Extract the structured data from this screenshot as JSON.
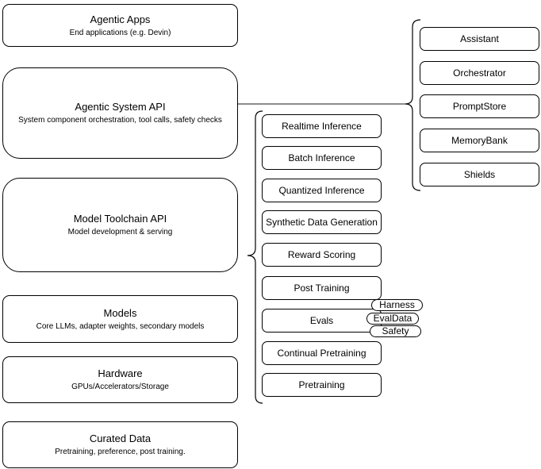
{
  "diagram": {
    "left_stack": [
      {
        "title": "Agentic Apps",
        "subtitle": "End applications (e.g. Devin)"
      },
      {
        "title": "Agentic System API",
        "subtitle": "System component orchestration, tool calls, safety checks"
      },
      {
        "title": "Model Toolchain API",
        "subtitle": "Model development & serving"
      },
      {
        "title": "Models",
        "subtitle": "Core LLMs, adapter weights, secondary models"
      },
      {
        "title": "Hardware",
        "subtitle": "GPUs/Accelerators/Storage"
      },
      {
        "title": "Curated Data",
        "subtitle": "Pretraining, preference, post training."
      }
    ],
    "toolchain_nodes": [
      "Realtime Inference",
      "Batch Inference",
      "Quantized Inference",
      "Synthetic Data Generation",
      "Reward Scoring",
      "Post Training",
      "Evals",
      "Continual Pretraining",
      "Pretraining"
    ],
    "eval_tags": [
      "Harness",
      "EvalData",
      "Safety"
    ],
    "system_components": [
      "Assistant",
      "Orchestrator",
      "PromptStore",
      "MemoryBank",
      "Shields"
    ],
    "colors": {
      "background": "#ffffff",
      "node_fill": "#ffffff",
      "node_stroke": "#000000",
      "connector": "#666666"
    }
  }
}
